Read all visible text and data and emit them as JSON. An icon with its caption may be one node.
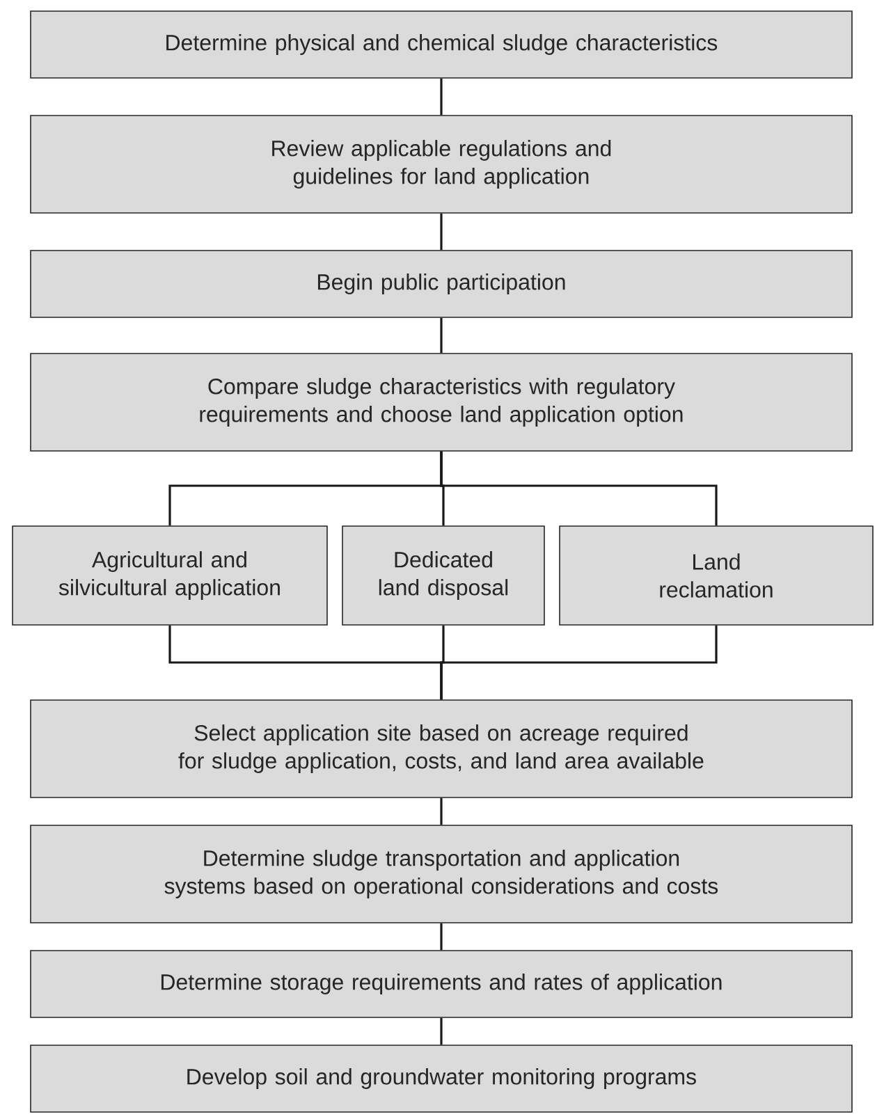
{
  "diagram": {
    "nodes": [
      {
        "text": [
          "Determine physical and chemical sludge characteristics"
        ]
      },
      {
        "text": [
          "Review applicable regulations and guidelines for land application"
        ]
      },
      {
        "text": [
          "Begin public participation"
        ]
      },
      {
        "text": [
          "Compare sludge characteristics with regulatory requirements and choose land application option"
        ]
      },
      {
        "text": [
          "Agricultural and silvicultural application"
        ]
      },
      {
        "text": [
          "Dedicated land disposal"
        ]
      },
      {
        "text": [
          "Land reclamation"
        ]
      },
      {
        "text": [
          "Select application site based on acreage required for sludge application, costs, and land area available"
        ]
      },
      {
        "text": [
          "Determine sludge transportation and application systems based on operational considerations and costs"
        ]
      },
      {
        "text": [
          "Determine storage requirements and rates of application"
        ]
      },
      {
        "text": [
          "Develop soil and groundwater monitoring programs"
        ]
      }
    ],
    "edges": [
      {
        "from": 0,
        "to": 1,
        "arrow": "none"
      },
      {
        "from": 1,
        "to": 2,
        "arrow": "none"
      },
      {
        "from": 2,
        "to": 3,
        "arrow": "none"
      },
      {
        "from": 3,
        "to": 4,
        "arrow": "none"
      },
      {
        "from": 3,
        "to": 5,
        "arrow": "none"
      },
      {
        "from": 3,
        "to": 6,
        "arrow": "none"
      },
      {
        "from": 4,
        "to": 7,
        "arrow": "none"
      },
      {
        "from": 5,
        "to": 7,
        "arrow": "none"
      },
      {
        "from": 6,
        "to": 7,
        "arrow": "none"
      },
      {
        "from": 7,
        "to": 8,
        "arrow": "none"
      },
      {
        "from": 8,
        "to": 9,
        "arrow": "none"
      },
      {
        "from": 9,
        "to": 10,
        "arrow": "none"
      }
    ]
  }
}
